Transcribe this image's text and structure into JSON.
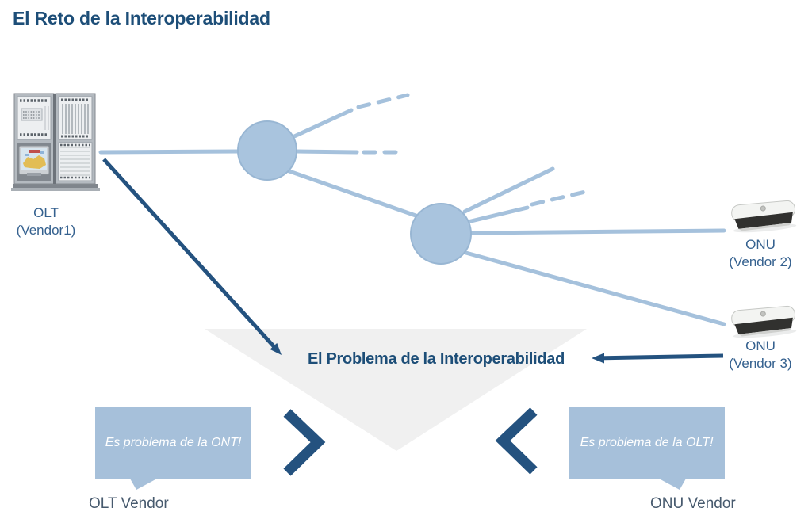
{
  "page": {
    "title": "El Reto de la Interoperabilidad"
  },
  "network": {
    "olt": {
      "name": "OLT",
      "vendor": "(Vendor1)"
    },
    "onu2": {
      "name": "ONU",
      "vendor": "(Vendor 2)"
    },
    "onu3": {
      "name": "ONU",
      "vendor": "(Vendor 3)"
    },
    "problem": {
      "label": "El Problema de la Interoperabilidad"
    }
  },
  "callouts": {
    "left": {
      "bubble": "Es problema de la ONT!",
      "vendor": "OLT Vendor"
    },
    "right": {
      "bubble": "Es problema de la OLT!",
      "vendor": "ONU Vendor"
    }
  },
  "icons": {
    "olt": "olt-rack-icon",
    "onu": "onu-device-icon",
    "splitter": "splitter-node",
    "left_arrow": "blame-arrow-icon",
    "right_arrow": "blame-arrow-icon",
    "chevron_right": "chevron-right-icon",
    "chevron_left": "chevron-left-icon"
  },
  "colors": {
    "title_blue": "#1d4e78",
    "label_blue": "#35618f",
    "light_blue": "#a5c1dc",
    "node_blue": "#a9c4de",
    "node_edge": "#98b6d3",
    "navy": "#24527f",
    "triangle_gray": "#f0f0f0",
    "bubble_blue": "#a6c0da",
    "bubble_text": "#ffffff",
    "vendor_text": "#475a6e"
  }
}
